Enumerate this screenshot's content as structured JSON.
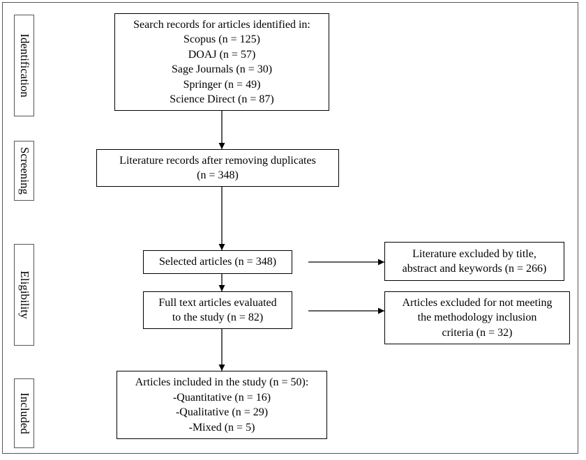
{
  "stages": {
    "identification": "Identification",
    "screening": "Screening",
    "eligibility": "Eligibility",
    "included": "Included"
  },
  "boxes": {
    "search": {
      "lines": [
        "Search records for articles identified in:",
        "Scopus (n = 125)",
        "DOAJ (n = 57)",
        "Sage Journals (n = 30)",
        "Springer (n = 49)",
        "Science Direct (n = 87)"
      ]
    },
    "dedup": {
      "lines": [
        "Literature records after removing duplicates",
        "(n = 348)"
      ]
    },
    "selected": {
      "lines": [
        "Selected articles (n = 348)"
      ]
    },
    "excluded_title": {
      "lines": [
        "Literature excluded by title,",
        "abstract and keywords (n = 266)"
      ]
    },
    "fulltext": {
      "lines": [
        "Full text articles evaluated",
        "to the study (n = 82)"
      ]
    },
    "excluded_method": {
      "lines": [
        "Articles excluded for not meeting",
        "the methodology inclusion",
        "criteria (n = 32)"
      ]
    },
    "included": {
      "lines": [
        "Articles included in the study (n = 50):",
        "-Quantitative (n = 16)",
        "-Qualitative (n = 29)",
        "-Mixed (n = 5)"
      ]
    }
  }
}
